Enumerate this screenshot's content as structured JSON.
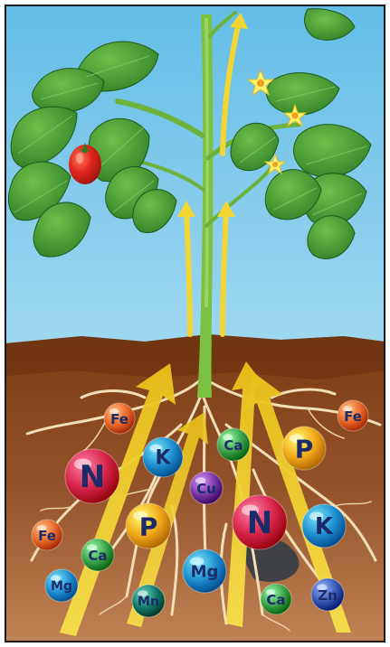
{
  "colors": {
    "sky": "#6cc3e8",
    "soil_top": "#8a4a1c",
    "soil_bottom": "#b8794a",
    "stem": "#7cc242",
    "leaf": "#3f9a2f",
    "root": "#f0dfb8",
    "arrow": "#f3d634",
    "tomato": "#e2261d",
    "flower": "#fff36b"
  },
  "icons": [
    "tomato-icon",
    "flower-icon",
    "leaf-icon",
    "arrow-up-icon"
  ],
  "nutrients": [
    {
      "id": "fe-left-top",
      "label": "Fe",
      "color": "#e8682a"
    },
    {
      "id": "fe-right-top",
      "label": "Fe",
      "color": "#e8682a"
    },
    {
      "id": "fe-left-bottom",
      "label": "Fe",
      "color": "#e8682a"
    },
    {
      "id": "n-left",
      "label": "N",
      "color": "#d8264c"
    },
    {
      "id": "n-right",
      "label": "N",
      "color": "#d8264c"
    },
    {
      "id": "k-left",
      "label": "K",
      "color": "#1f8fd0"
    },
    {
      "id": "k-right",
      "label": "K",
      "color": "#1f8fd0"
    },
    {
      "id": "p-left",
      "label": "P",
      "color": "#f2a919"
    },
    {
      "id": "p-right",
      "label": "P",
      "color": "#f2a919"
    },
    {
      "id": "ca-center",
      "label": "Ca",
      "color": "#3fa34d"
    },
    {
      "id": "ca-left",
      "label": "Ca",
      "color": "#3fa34d"
    },
    {
      "id": "ca-right",
      "label": "Ca",
      "color": "#3fa34d"
    },
    {
      "id": "cu",
      "label": "Cu",
      "color": "#7b3aa6"
    },
    {
      "id": "mg-left",
      "label": "Mg",
      "color": "#1f8fd0"
    },
    {
      "id": "mg-center",
      "label": "Mg",
      "color": "#1f8fd0"
    },
    {
      "id": "mn",
      "label": "Mn",
      "color": "#137a6a"
    },
    {
      "id": "zn",
      "label": "Zn",
      "color": "#3a5bb5"
    }
  ]
}
